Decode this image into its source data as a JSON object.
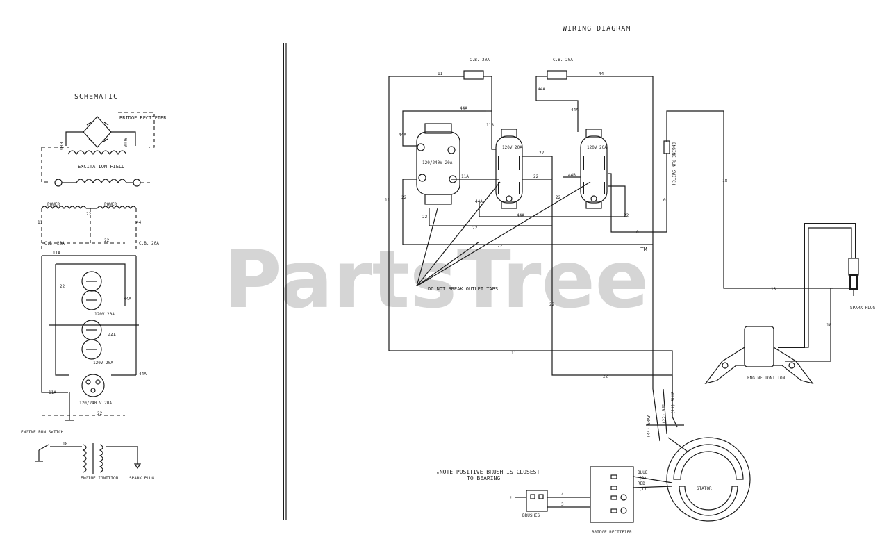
{
  "watermark": {
    "text": "PartsTree",
    "tm": "TM"
  },
  "schematic": {
    "title": "SCHEMATIC",
    "bridge_rectifier": "BRIDGE RECTIFIER",
    "red": "RED",
    "blue": "BLUE",
    "excitation_field": "EXCITATION FIELD",
    "power_left": "POWER",
    "power_right": "POWER",
    "cb_left": "C.B. 20A",
    "cb_right": "C.B. 20A",
    "wire_11a": "11A",
    "wire_22": "22",
    "wire_44a": "44A",
    "wire_11": "11",
    "wire_44": "44",
    "wire_22b": "22",
    "wire_44a_b": "44A",
    "wire_44a_c": "44A",
    "wire_11a_b": "11A",
    "wire_22c": "22",
    "wire_22d": "22",
    "outlet_120v_a": "120V 20A",
    "outlet_120v_b": "120V 20A",
    "outlet_240": "120/240 V 20A",
    "engine_run_switch": "ENGINE RUN SWITCH",
    "wire_18": "18",
    "engine_ignition": "ENGINE IGNITION",
    "spark_plug": "SPARK PLUG"
  },
  "wiring": {
    "title": "WIRING DIAGRAM",
    "cb_left": "C.B. 20A",
    "cb_right": "C.B. 20A",
    "wire_11_top": "11",
    "wire_44_top": "44",
    "wire_44a": "44A",
    "wire_44a_2": "44A",
    "wire_44a_3": "44A",
    "wire_11b": "11B",
    "wire_11a": "11A",
    "wire_22": "22",
    "wire_22b": "22",
    "wire_22c": "22",
    "wire_22d": "22",
    "wire_22e": "22",
    "wire_22f": "22",
    "wire_22g": "22",
    "wire_44b": "44B",
    "wire_44a_4": "44A",
    "wire_44a_5": "44A",
    "wire_0": "0",
    "wire_0b": "0",
    "wire_11_left": "11",
    "wire_11_bottom": "11",
    "wire_18_a": "18",
    "wire_18_b": "18",
    "wire_18_c": "18",
    "wire_22_bottom": "22",
    "wire_22_vert": "22",
    "outlet_240": "120/240V 20A",
    "outlet_120_a": "120V 20A",
    "outlet_120_b": "120V 20A",
    "engine_run_switch": "ENGINE RUN SWITCH",
    "do_not_break": "DO NOT BREAK OUTLET TABS",
    "spark_plug": "SPARK PLUG",
    "engine_ignition": "ENGINE IGNITION",
    "gray": "(44) GRAY",
    "red": "(22) RED",
    "blue": "(11) BLUE",
    "stator": "STATOR",
    "note_line1": "★NOTE POSITIVE BRUSH IS CLOSEST",
    "note_line2": "TO BEARING",
    "blue_label": "BLUE",
    "blue_num": "(2)",
    "red_label": "RED",
    "red_num": "(1)",
    "brushes": "BRUSHES",
    "bridge_rectifier": "BRIDGE RECTIFIER",
    "wire_4": "4",
    "wire_3": "3",
    "plus_marker": "+"
  }
}
